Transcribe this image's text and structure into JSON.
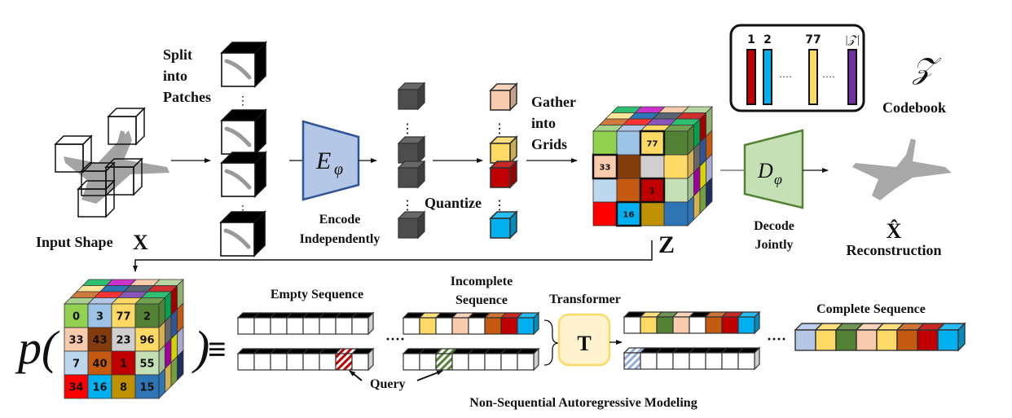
{
  "labels": {
    "input_shape": "Input Shape",
    "input_symbol": "X",
    "split": [
      "Split",
      "into",
      "Patches"
    ],
    "encoder_symbol": "E",
    "encoder_sub": "φ",
    "encode": [
      "Encode",
      "Independently"
    ],
    "quantize": "Quantize",
    "gather": [
      "Gather",
      "into",
      "Grids"
    ],
    "latent_symbol": "Z",
    "decoder_symbol": "D",
    "decoder_sub": "φ",
    "decode": [
      "Decode",
      "Jointly"
    ],
    "reconstruction_symbol": "X̂",
    "reconstruction": "Reconstruction",
    "codebook_symbol": "𝒵",
    "codebook": "Codebook",
    "prob_symbol": "p(",
    "prob_close": ")",
    "equals": "≡",
    "empty_sequence": "Empty Sequence",
    "incomplete_sequence": [
      "Incomplete",
      "Sequence"
    ],
    "transformer": "Transformer",
    "transformer_symbol": "T",
    "complete_sequence": "Complete Sequence",
    "query": "Query",
    "caption": "Non-Sequential Autoregressive Modeling"
  },
  "codebook": {
    "entries": [
      {
        "label": "1",
        "color": "#c00000"
      },
      {
        "label": "2",
        "color": "#00b0f0"
      },
      {
        "label": "77",
        "color": "#ffd966"
      },
      {
        "label": "|𝒵|",
        "color": "#7030a0"
      }
    ],
    "ellipsis": "····"
  },
  "colors": {
    "encoder_fill": "#b4c7e7",
    "encoder_stroke": "#2f5597",
    "decoder_fill": "#c5e0b4",
    "decoder_stroke": "#548235",
    "transformer_fill": "#fff2cc",
    "transformer_stroke": "#ffd966",
    "feature_cube": "#4d4d4d"
  },
  "quantized_cubes": [
    "#f8cbad",
    "#ffd966",
    "#c00000",
    "#00b0f0"
  ],
  "grid_z": {
    "front": [
      [
        "#92d050",
        "#9dc3e6",
        "#ffd966",
        "#548235"
      ],
      [
        "#f8cbad",
        "#843c0c",
        "#d0cece",
        "#ffd966"
      ],
      [
        "#bdd7ee",
        "#c55a11",
        "#c00000",
        "#c5e0b4"
      ],
      [
        "#ff0000",
        "#00b0f0",
        "#bf9000",
        "#2e75b6"
      ]
    ],
    "highlight_labels": [
      {
        "row": 0,
        "col": 2,
        "label": "77"
      },
      {
        "row": 1,
        "col": 0,
        "label": "33"
      },
      {
        "row": 2,
        "col": 2,
        "label": "1"
      },
      {
        "row": 3,
        "col": 1,
        "label": "16"
      }
    ],
    "top": [
      [
        "#2fbf71",
        "#cc33cc",
        "#f8cbad",
        "#b8d6a0"
      ],
      [
        "#ffe699",
        "#2e75b6",
        "#596573",
        "#d03030"
      ],
      [
        "#d07a40",
        "#ff3333",
        "#8855bb",
        "#2fbf71"
      ],
      [
        "#a9d18e",
        "#b4c7e7",
        "#ffd966",
        "#70a050"
      ]
    ],
    "side": [
      [
        "#548235",
        "#00a050",
        "#a00000",
        "#8faf70"
      ],
      [
        "#d4b050",
        "#666666",
        "#2f5597",
        "#c55a11"
      ],
      [
        "#9fbf90",
        "#a000a0",
        "#d4d400",
        "#a9a9d4"
      ],
      [
        "#2e75b6",
        "#d4b050",
        "#70a040",
        "#1f3060"
      ]
    ]
  },
  "grid_p": {
    "numbers": [
      [
        "0",
        "3",
        "77",
        "2"
      ],
      [
        "33",
        "43",
        "23",
        "96"
      ],
      [
        "7",
        "40",
        "1",
        "55"
      ],
      [
        "34",
        "16",
        "8",
        "15"
      ]
    ]
  },
  "sequences": {
    "empty_top": [
      "",
      "",
      "",
      "",
      "",
      "",
      "",
      ""
    ],
    "empty_bottom_query_index": 6,
    "empty_bottom_query_color": "#c00000",
    "incomplete_top": [
      "",
      "#ffd966",
      "",
      "#f8cbad",
      "",
      "#c55a11",
      "#c00000",
      "#00b0f0"
    ],
    "incomplete_bottom_query_index": 2,
    "incomplete_bottom_query_color": "#548235",
    "output_top": [
      "",
      "#ffd966",
      "#548235",
      "#f8cbad",
      "",
      "#c55a11",
      "#c00000",
      "#00b0f0"
    ],
    "output_bottom_query_index": 0,
    "output_bottom_query_color": "#8faadc",
    "complete": [
      "#b4c7e7",
      "#ffd966",
      "#548235",
      "#f8cbad",
      "#ffd966",
      "#c55a11",
      "#c00000",
      "#00b0f0"
    ]
  }
}
